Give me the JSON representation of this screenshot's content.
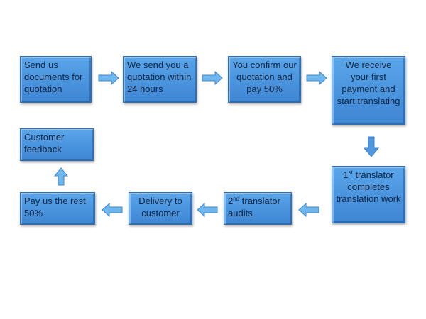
{
  "steps": {
    "send_documents": "Send us documents for quotation",
    "send_quotation": "We send you a quotation within 24 hours",
    "confirm_pay": "You confirm our quotation and pay 50%",
    "receive_payment": "We receive your first payment and start translating",
    "first_translator_ord": "1",
    "first_translator_sup": "st",
    "first_translator_text": " translator completes translation work",
    "second_translator_ord": "2",
    "second_translator_sup": "nd",
    "second_translator_text": " translator audits",
    "delivery": "Delivery to customer",
    "pay_rest": "Pay us the rest 50%",
    "customer_feedback": "Customer feedback"
  },
  "colors": {
    "box_fill": "#4a93dd",
    "box_border": "#2f6fb5",
    "arrow_fill": "#6fb8ee",
    "arrow_stroke": "#3f86d3",
    "text": "#0f2440"
  },
  "arrows": [
    "right",
    "right",
    "right",
    "down",
    "left",
    "left",
    "left",
    "up"
  ]
}
